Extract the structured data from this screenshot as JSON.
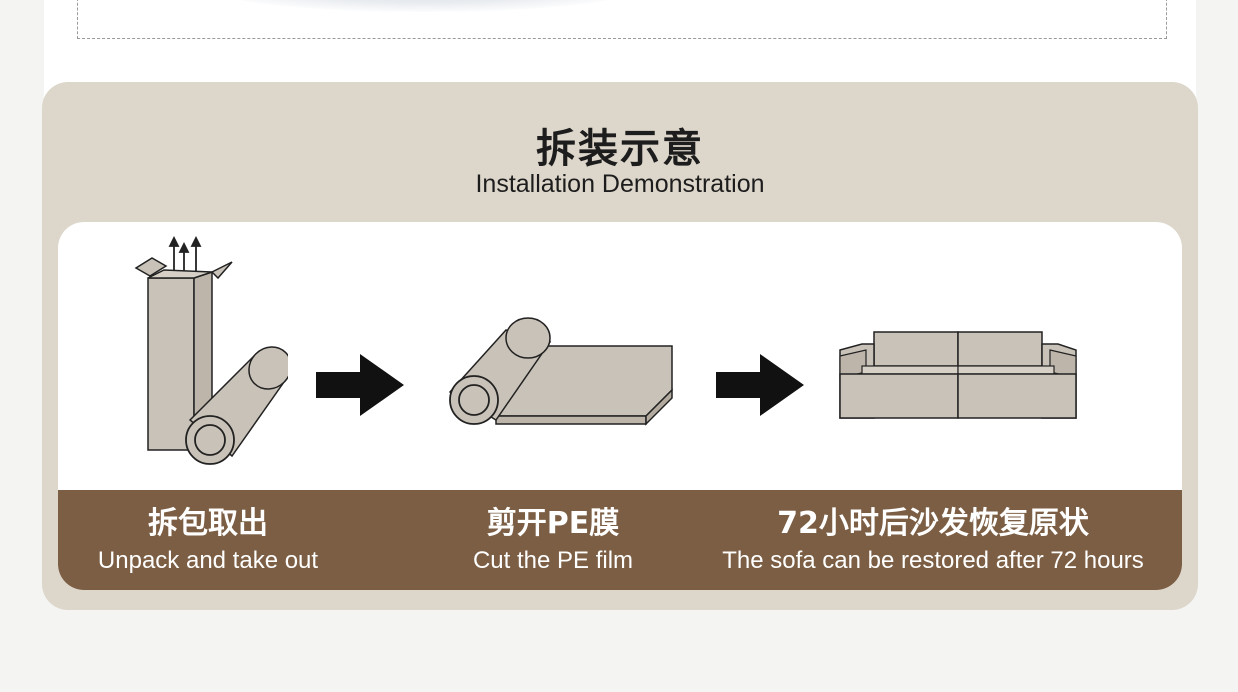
{
  "title_cn": "拆装示意",
  "title_en": "Installation Demonstration",
  "steps": [
    {
      "cn": "拆包取出",
      "en": "Unpack and take out",
      "icon": "box-unpack-icon"
    },
    {
      "cn": "剪开PE膜",
      "en": "Cut the PE film",
      "icon": "film-roll-icon"
    },
    {
      "cn": "72小时后沙发恢复原状",
      "en": "The sofa can be restored after 72 hours",
      "icon": "sofa-icon"
    }
  ],
  "colors": {
    "panel": "#ddd6cb",
    "strip": "#7c5e44",
    "illustration_fill": "#c9c2b8",
    "arrow": "#111111"
  }
}
